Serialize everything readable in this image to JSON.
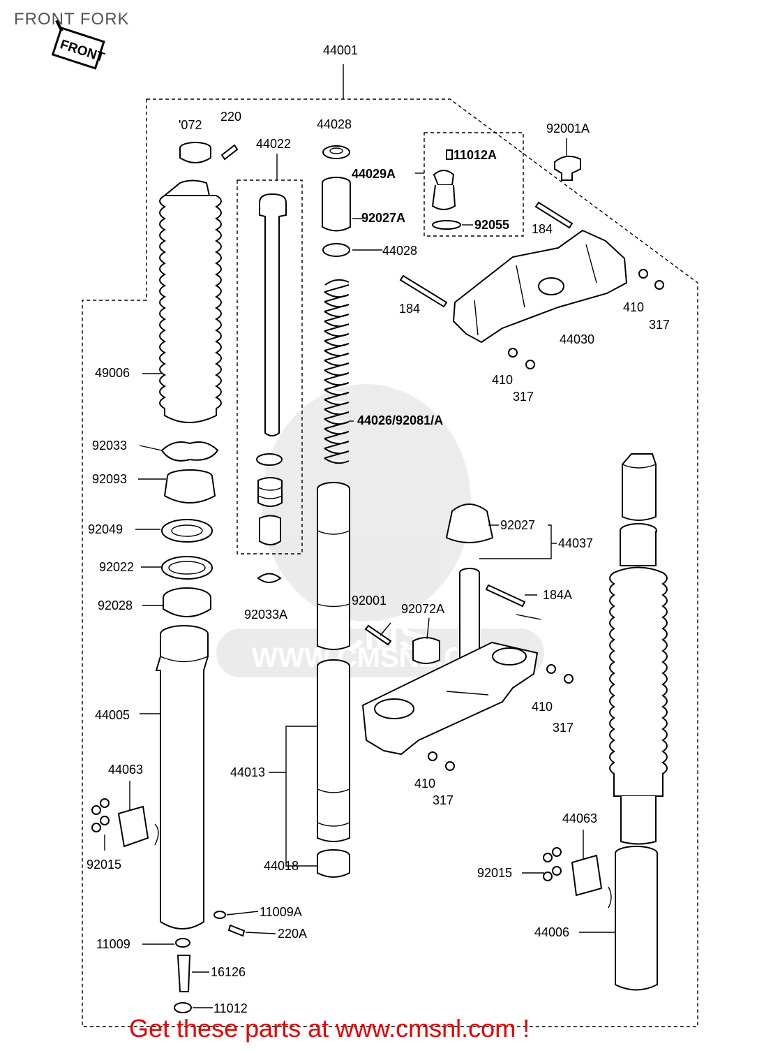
{
  "page": {
    "title": "FRONT FORK",
    "footer": "Get these parts at www.cmsnl.com !"
  },
  "front_marker": "FRONT",
  "labels": {
    "l44001": "44001",
    "l7072": "'072",
    "l220": "220",
    "l44022": "44022",
    "l44028a": "44028",
    "l44029A": "44029A",
    "l11012A": "11012A",
    "l92027A": "92027A",
    "l92055": "92055",
    "l44028b": "44028",
    "l92001A": "92001A",
    "l184a": "184",
    "l184b": "184",
    "l410a": "410",
    "l317a": "317",
    "l44030": "44030",
    "l410b": "410",
    "l317b": "317",
    "l49006": "49006",
    "l44026": "44026/92081/A",
    "l92033": "92033",
    "l92093": "92093",
    "l92049": "92049",
    "l92027": "92027",
    "l44037": "44037",
    "l92022": "92022",
    "l92028": "92028",
    "l92001": "92001",
    "l92072A": "92072A",
    "l184A": "184A",
    "l92033A": "92033A",
    "l410c": "410",
    "l317c": "317",
    "l44005": "44005",
    "l44013": "44013",
    "l410d": "410",
    "l317d": "317",
    "l44063a": "44063",
    "l92015a": "92015",
    "l44063b": "44063",
    "l92015b": "92015",
    "l44018": "44018",
    "l11009A": "11009A",
    "l220A": "220A",
    "l11009": "11009",
    "l16126": "16126",
    "l11012": "11012",
    "l44006": "44006"
  },
  "watermark": {
    "text": "WWW.CMSNL.COM",
    "logo_text": "CMS"
  }
}
